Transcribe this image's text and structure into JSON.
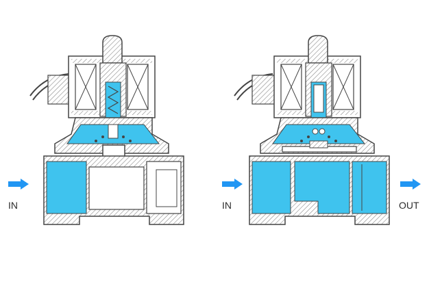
{
  "labels": {
    "left_inlet": "IN",
    "right_inlet": "IN",
    "right_outlet": "OUT"
  },
  "colors": {
    "water": "#3fc3ee",
    "arrow": "#2196f3",
    "outline": "#444444",
    "hatch": "#8a8a8a"
  },
  "valves": [
    {
      "name": "left-valve",
      "state": "closed"
    },
    {
      "name": "right-valve",
      "state": "open"
    }
  ]
}
